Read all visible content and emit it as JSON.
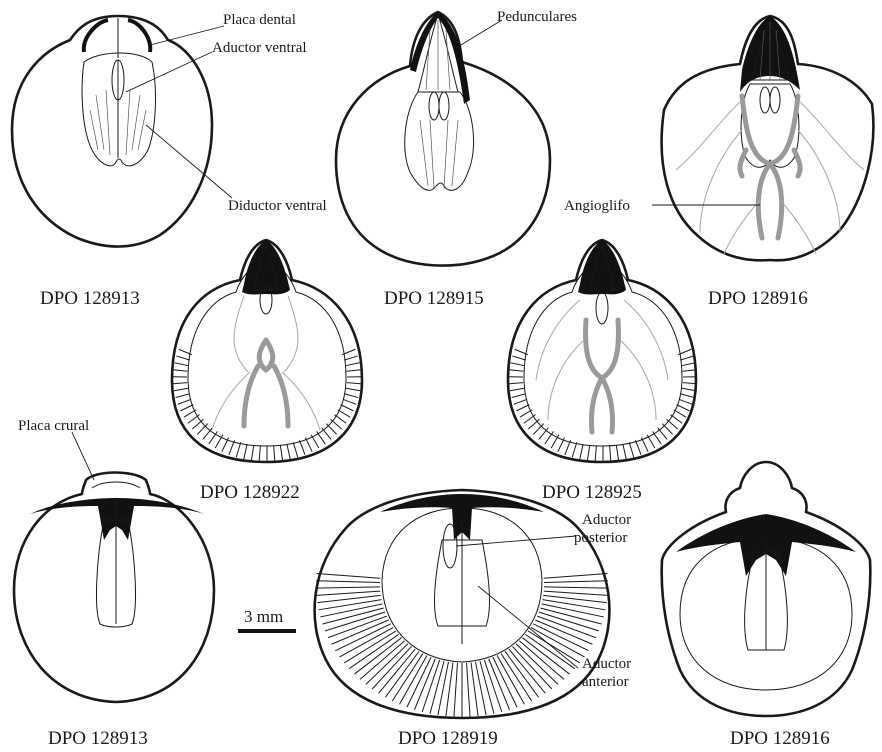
{
  "captions": {
    "a": "DPO 128913",
    "b": "DPO 128915",
    "c": "DPO 128916",
    "d": "DPO 128922",
    "e": "DPO 128925",
    "f": "DPO 128913",
    "g": "DPO 128919",
    "h": "DPO 128916"
  },
  "labels": {
    "placa_dental": "Placa dental",
    "aductor_ventral": "Aductor ventral",
    "diductor_ventral": "Diductor ventral",
    "pedunculares": "Pedunculares",
    "angioglifo": "Angioglifo",
    "placa_crural": "Placa crural",
    "aductor_posterior": [
      "Aductor",
      "posterior"
    ],
    "aductor_anterior": [
      "Aductor",
      "anterior"
    ]
  },
  "scale_bar": {
    "label": "3 mm"
  },
  "colors": {
    "ink": "#1a1a1a",
    "vascular": "#9a9a9a",
    "plate": "#111111"
  }
}
